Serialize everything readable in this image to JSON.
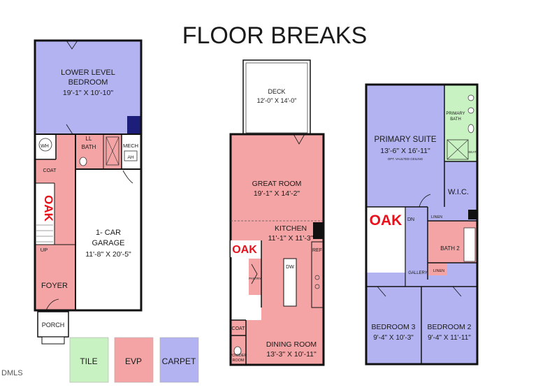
{
  "title": "FLOOR BREAKS",
  "watermark": "DMLS",
  "colors": {
    "tile": "#c9f2c2",
    "evp": "#f4a4a4",
    "carpet": "#b3b3f2",
    "oak_text": "#e8101a",
    "wall": "#111111"
  },
  "legend": {
    "tile": "TILE",
    "evp": "EVP",
    "carpet": "CARPET"
  },
  "lower_level": {
    "bedroom_name": "LOWER LEVEL",
    "bedroom_name2": "BEDROOM",
    "bedroom_dims": "19'-1\" X 10'-10\"",
    "wh": "WH",
    "ll_bath": "LL",
    "ll_bath2": "BATH",
    "mech": "MECH",
    "ah": "AH",
    "coat": "COAT",
    "oak": "OAK",
    "up": "UP",
    "garage1": "1- CAR",
    "garage2": "GARAGE",
    "garage_dims": "11'-8\" X 20'-5\"",
    "foyer": "FOYER",
    "porch": "PORCH"
  },
  "main_level": {
    "deck": "DECK",
    "deck_dims": "12'-0\" X 14'-0\"",
    "great_room": "GREAT ROOM",
    "great_room_dims": "19'-1\" X 14'-2\"",
    "kitchen": "KITCHEN",
    "kitchen_dims": "11'-1\" X 11'-3\"",
    "oak": "OAK",
    "ref": "REF",
    "dw": "DW",
    "pantry": "PANTRY",
    "coat": "COAT",
    "powder": "POWDER",
    "powder2": "ROOM",
    "dining": "DINING ROOM",
    "dining_dims": "13'-3\" X 10'-11\""
  },
  "upper_level": {
    "primary_suite": "PRIMARY SUITE",
    "primary_dims": "13'-6\" X 16'-11\"",
    "primary_note": "OPT. VAULTED CEILING",
    "primary_bath": "PRIMARY",
    "primary_bath2": "BATH",
    "seat": "SEAT",
    "wic": "W.I.C.",
    "oak": "OAK",
    "dn": "DN",
    "linen": "LINEN",
    "bath2": "BATH 2",
    "gallery": "GALLERY",
    "linen2": "LINEN",
    "bedroom3": "BEDROOM 3",
    "bedroom3_dims": "9'-4\" X 10'-3\"",
    "bedroom2": "BEDROOM 2",
    "bedroom2_dims": "9'-4\" X 11'-11\""
  }
}
